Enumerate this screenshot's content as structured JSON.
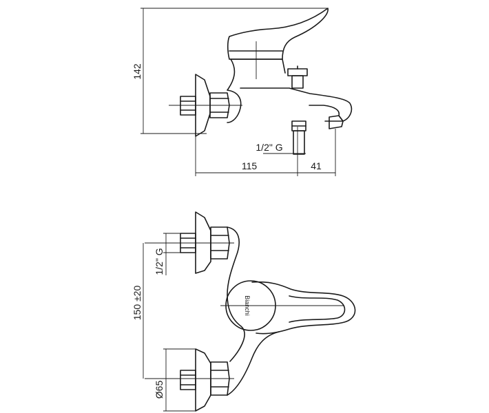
{
  "dimensions": {
    "height": "142",
    "thread_top": "1/2\" G",
    "inlet_to_spout": "115",
    "spout_projection": "41",
    "thread_side": "1/2\" G",
    "center_distance": "150 ±20",
    "rosette_diameter": "Ø65"
  },
  "brand": "Bianchi"
}
